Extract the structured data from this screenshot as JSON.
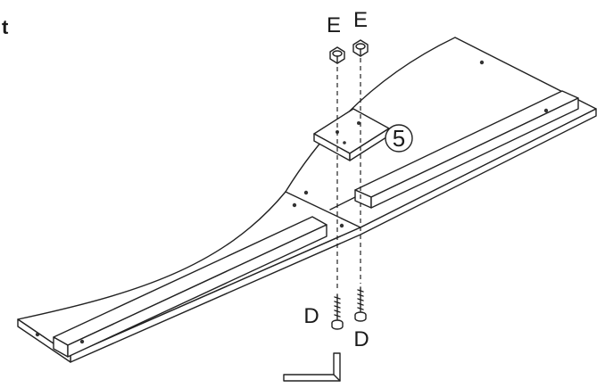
{
  "labels": {
    "corner": "t",
    "part_e_left": "E",
    "part_e_right": "E",
    "step_number": "5",
    "part_d_left": "D",
    "part_d_right": "D"
  },
  "colors": {
    "line": "#222222",
    "background": "#ffffff"
  },
  "icons": [
    "hex-nut-icon",
    "lag-screw-icon",
    "allen-key-icon",
    "mounting-plate-icon"
  ]
}
